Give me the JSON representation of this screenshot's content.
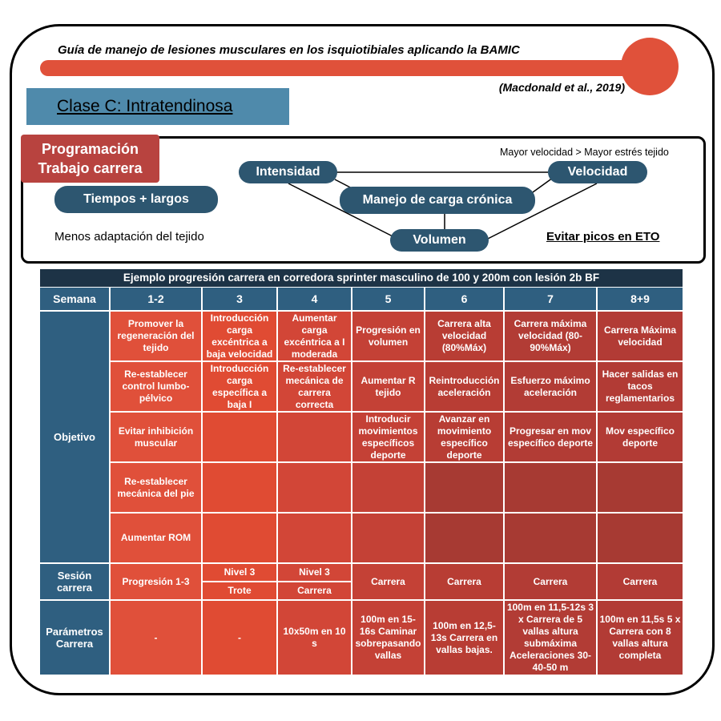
{
  "header": {
    "title": "Guía de manejo de lesiones musculares en los isquiotibiales aplicando la BAMIC",
    "citation": "(Macdonald et al., 2019)",
    "class_label": "Clase C: Intratendinosa"
  },
  "diagram": {
    "programming_label": "Programación Trabajo carrera",
    "longer_times": "Tiempos + largos",
    "less_adaptation": "Menos adaptación del tejido",
    "intensity": "Intensidad",
    "speed": "Velocidad",
    "chronic_load": "Manejo de carga crónica",
    "volume": "Volumen",
    "speed_note": "Mayor velocidad > Mayor estrés tejido",
    "avoid_peaks": "Evitar picos en ETO"
  },
  "table": {
    "title": "Ejemplo progresión carrera en corredora sprinter masculino de 100 y 200m con lesión 2b BF",
    "week_label": "Semana",
    "weeks": [
      "1-2",
      "3",
      "4",
      "5",
      "6",
      "7",
      "8+9"
    ],
    "objective_label": "Objetivo",
    "objectives": [
      [
        "Promover la regeneración del tejido",
        "Introducción carga excéntrica a baja velocidad",
        "Aumentar carga excéntrica a I moderada",
        "Progresión en volumen",
        "Carrera alta velocidad (80%Máx)",
        "Carrera máxima velocidad (80-90%Máx)",
        "Carrera Máxima velocidad"
      ],
      [
        "Re-establecer control lumbo-pélvico",
        "Introducción carga específica a baja I",
        "Re-establecer mecánica de carrera correcta",
        "Aumentar R tejido",
        "Reintroducción aceleración",
        "Esfuerzo máximo aceleración",
        "Hacer salidas en tacos reglamentarios"
      ],
      [
        "Evitar inhibición muscular",
        "",
        "",
        "Introducir movimientos específicos deporte",
        "Avanzar en movimiento específico deporte",
        "Progresar en mov específico deporte",
        "Mov específico deporte"
      ],
      [
        "Re-establecer mecánica del pie",
        "",
        "",
        "",
        "",
        "",
        ""
      ],
      [
        "Aumentar ROM",
        "",
        "",
        "",
        "",
        "",
        ""
      ]
    ],
    "session_label": "Sesión carrera",
    "session": {
      "w12": "Progresión 1-3",
      "w3_top": "Nivel 3",
      "w3_bottom": "Trote",
      "w4_top": "Nivel 3",
      "w4_bottom": "Carrera",
      "w5": "Carrera",
      "w6": "Carrera",
      "w7": "Carrera",
      "w89": "Carrera"
    },
    "params_label": "Parámetros Carrera",
    "params": [
      "-",
      "-",
      "10x50m en 10 s",
      "100m en 15-16s Caminar sobrepasando vallas",
      "100m en 12,5-13s Carrera en vallas bajas.",
      "100m en 11,5-12s 3 x Carrera de 5 vallas altura submáxima Aceleraciones 30-40-50 m",
      "100m en 11,5s 5 x Carrera con 8 vallas altura completa"
    ],
    "column_colors": [
      "#e0503a",
      "#e04b33",
      "#d24637",
      "#c44136",
      "#b83d34",
      "#b23c35",
      "#b23b35"
    ],
    "dark_cell_color": "#a73a33"
  }
}
